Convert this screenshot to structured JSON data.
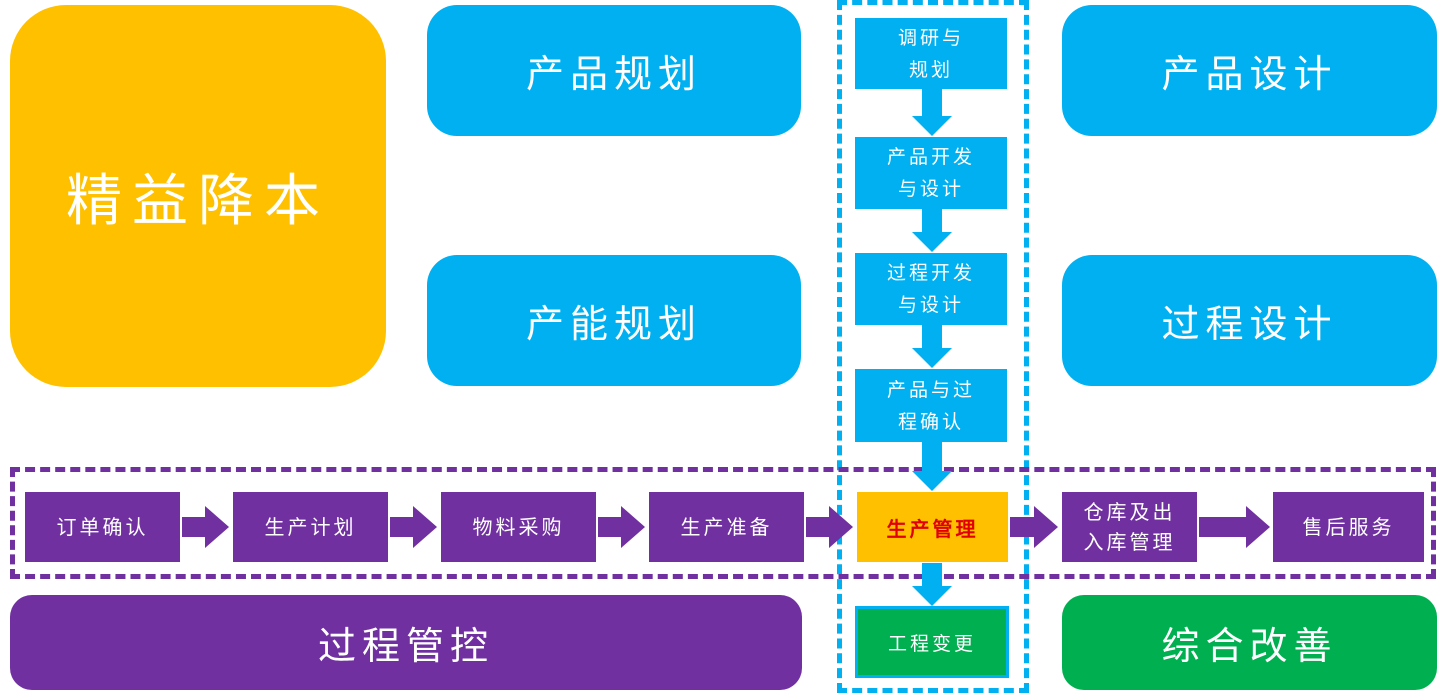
{
  "colors": {
    "orange": "#FFC000",
    "cyan": "#00B0F0",
    "purple": "#7030A0",
    "green": "#00B050",
    "highlight_text": "#E00000"
  },
  "left_block": {
    "label": "精益降本"
  },
  "planning": {
    "product_planning": "产品规划",
    "capacity_planning": "产能规划"
  },
  "design": {
    "product_design": "产品设计",
    "process_design": "过程设计"
  },
  "vertical_steps": [
    {
      "line1": "调研与",
      "line2": "规划"
    },
    {
      "line1": "产品开发",
      "line2": "与设计"
    },
    {
      "line1": "过程开发",
      "line2": "与设计"
    },
    {
      "line1": "产品与过",
      "line2": "程确认"
    }
  ],
  "flow_steps": [
    {
      "line1": "订单确认",
      "line2": ""
    },
    {
      "line1": "生产计划",
      "line2": ""
    },
    {
      "line1": "物料采购",
      "line2": ""
    },
    {
      "line1": "生产准备",
      "line2": ""
    },
    {
      "line1": "生产管理",
      "line2": ""
    },
    {
      "line1": "仓库及出",
      "line2": "入库管理"
    },
    {
      "line1": "售后服务",
      "line2": ""
    }
  ],
  "engineering_change": "工程变更",
  "bottom": {
    "process_control": "过程管控",
    "comprehensive_improvement": "综合改善"
  }
}
